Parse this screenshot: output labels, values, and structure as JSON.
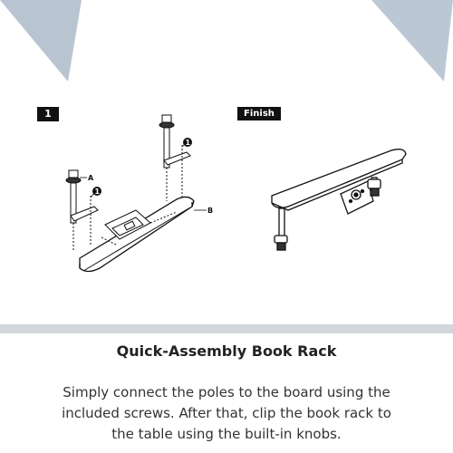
{
  "step": {
    "number": "1",
    "finish_label": "Finish"
  },
  "callouts": {
    "a": "A",
    "b": "B",
    "screw": "1"
  },
  "product": {
    "title": "Quick-Assembly Book Rack",
    "description_lines": [
      "Simply connect the poles to the board using the",
      "included screws. After that, clip the book rack to",
      "the table using the built-in knobs."
    ]
  },
  "colors": {
    "triangle_left": "#b9c4d1",
    "triangle_right": "#bcc7d4",
    "divider": "#d3d6db",
    "badge": "#111111"
  }
}
